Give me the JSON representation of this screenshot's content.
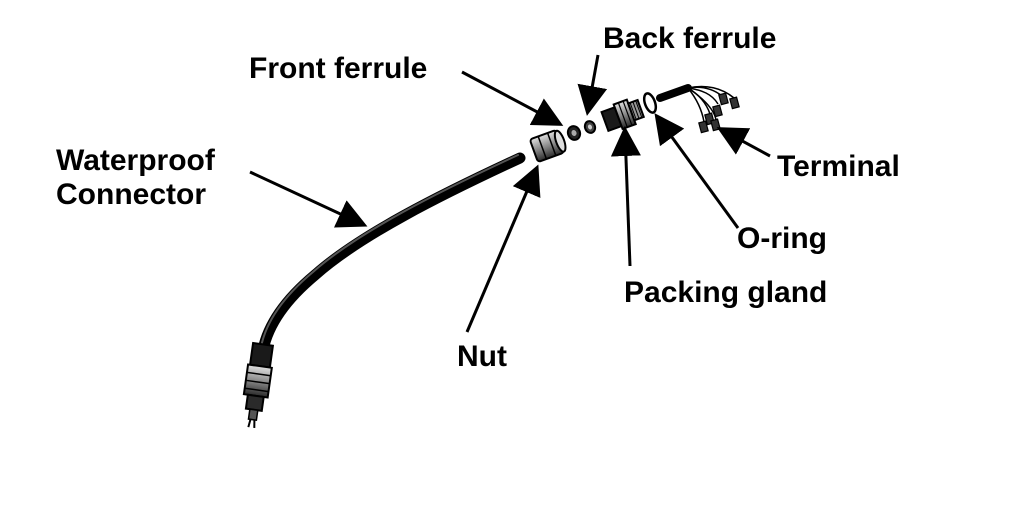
{
  "diagram": {
    "labels": {
      "back_ferrule": "Back ferrule",
      "front_ferrule": "Front ferrule",
      "waterproof_line1": "Waterproof",
      "waterproof_line2": "Connector",
      "terminal": "Terminal",
      "o_ring": "O-ring",
      "packing_gland": "Packing gland",
      "nut": "Nut"
    },
    "colors": {
      "ink": "#000000",
      "background": "#ffffff",
      "metal_light": "#bdbdbd",
      "metal_dark": "#3a3a3a"
    }
  }
}
